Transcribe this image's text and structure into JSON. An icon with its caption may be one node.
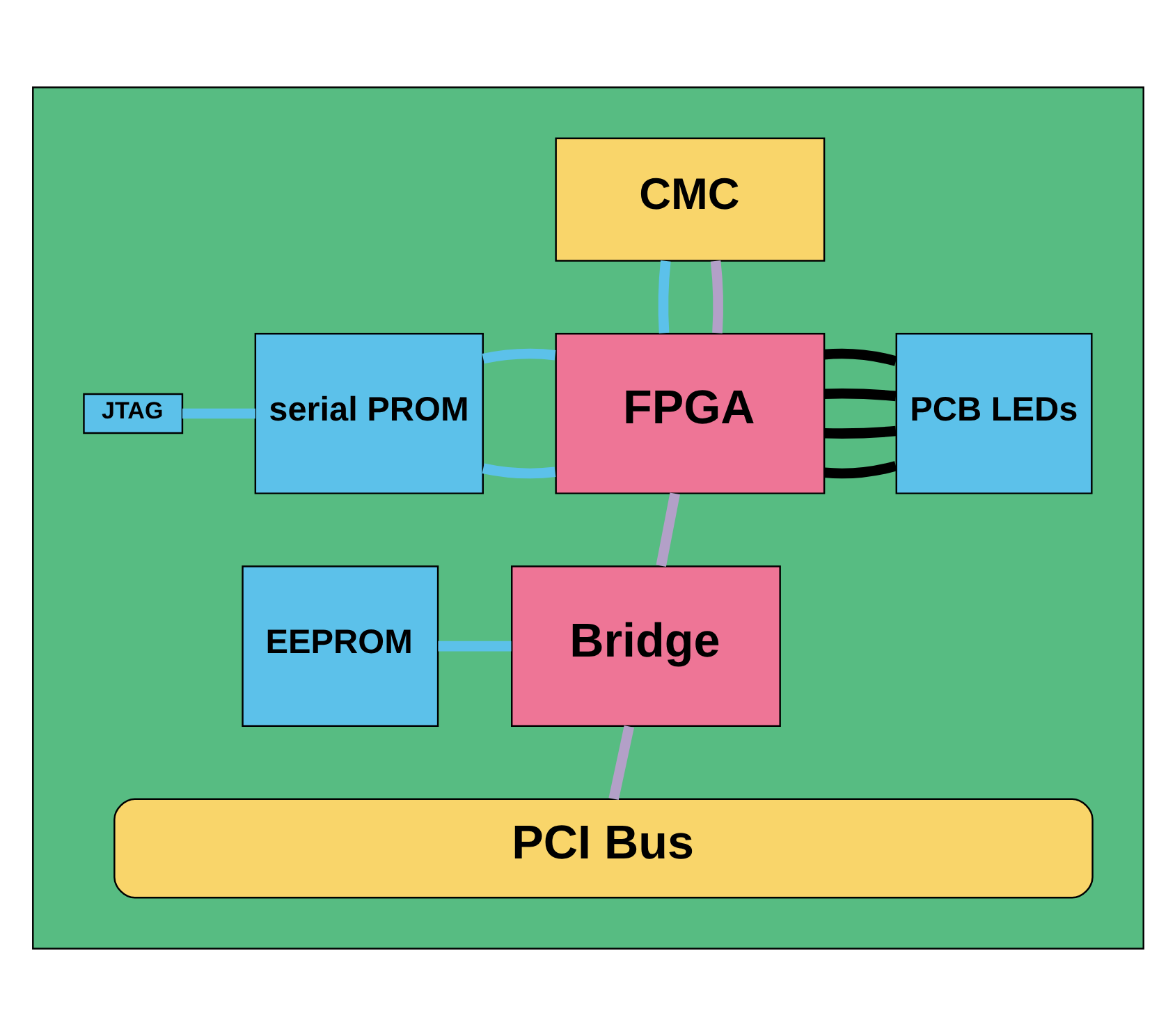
{
  "diagram": {
    "nodes": [
      {
        "text": [],
        "shape": "box"
      },
      {
        "text": [
          "CMC"
        ],
        "in": 0
      },
      {
        "text": [
          "JTAG"
        ],
        "in": 0
      },
      {
        "text": [
          "serial PROM"
        ],
        "in": 0
      },
      {
        "text": [
          "FPGA"
        ],
        "in": 0
      },
      {
        "text": [
          "PCB LEDs"
        ],
        "in": 0
      },
      {
        "text": [
          "EEPROM"
        ],
        "in": 0
      },
      {
        "text": [
          "Bridge"
        ],
        "in": 0
      },
      {
        "text": [
          "PCI Bus"
        ],
        "in": 0
      }
    ],
    "edges": [
      {
        "from": 1,
        "to": 4,
        "arrow": "none"
      },
      {
        "from": 1,
        "to": 4,
        "arrow": "none",
        "color": "#b3a0c8"
      },
      {
        "from": 2,
        "to": 3,
        "arrow": "none"
      },
      {
        "from": 3,
        "to": 4,
        "arrow": "none"
      },
      {
        "from": 3,
        "to": 4,
        "arrow": "none"
      },
      {
        "from": 4,
        "to": 5,
        "arrow": "none",
        "color": "#000000"
      },
      {
        "from": 4,
        "to": 5,
        "arrow": "none",
        "color": "#000000"
      },
      {
        "from": 4,
        "to": 5,
        "arrow": "none",
        "color": "#000000"
      },
      {
        "from": 4,
        "to": 5,
        "arrow": "none",
        "color": "#000000"
      },
      {
        "from": 4,
        "to": 7,
        "arrow": "none",
        "color": "#b3a0c8"
      },
      {
        "from": 6,
        "to": 7,
        "arrow": "none"
      },
      {
        "from": 7,
        "to": 8,
        "arrow": "none",
        "color": "#b3a0c8"
      }
    ]
  }
}
